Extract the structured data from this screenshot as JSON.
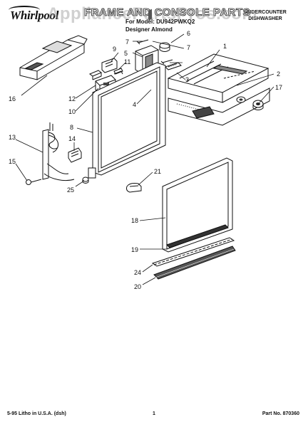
{
  "header": {
    "brand": "Whirlpool",
    "title": "FRAME AND CONSOLE PARTS",
    "model_line": "For Model: DU942PWKQ2",
    "color_line": "Designer Almond",
    "product_type_line1": "UNDERCOUNTER",
    "product_type_line2": "DISHWASHER",
    "watermark": "AppliancePartsPros.com"
  },
  "callouts": [
    "1",
    "2",
    "3",
    "4",
    "5",
    "6",
    "7",
    "7",
    "8",
    "9",
    "10",
    "11",
    "12",
    "13",
    "14",
    "15",
    "16",
    "17",
    "18",
    "19",
    "20",
    "21",
    "24",
    "25"
  ],
  "footer": {
    "left": "5-95 Litho in U.S.A. (dsh)",
    "page": "1",
    "part_number": "Part No. 870360"
  },
  "colors": {
    "ink": "#111111",
    "watermark": "#9a9a9a"
  }
}
